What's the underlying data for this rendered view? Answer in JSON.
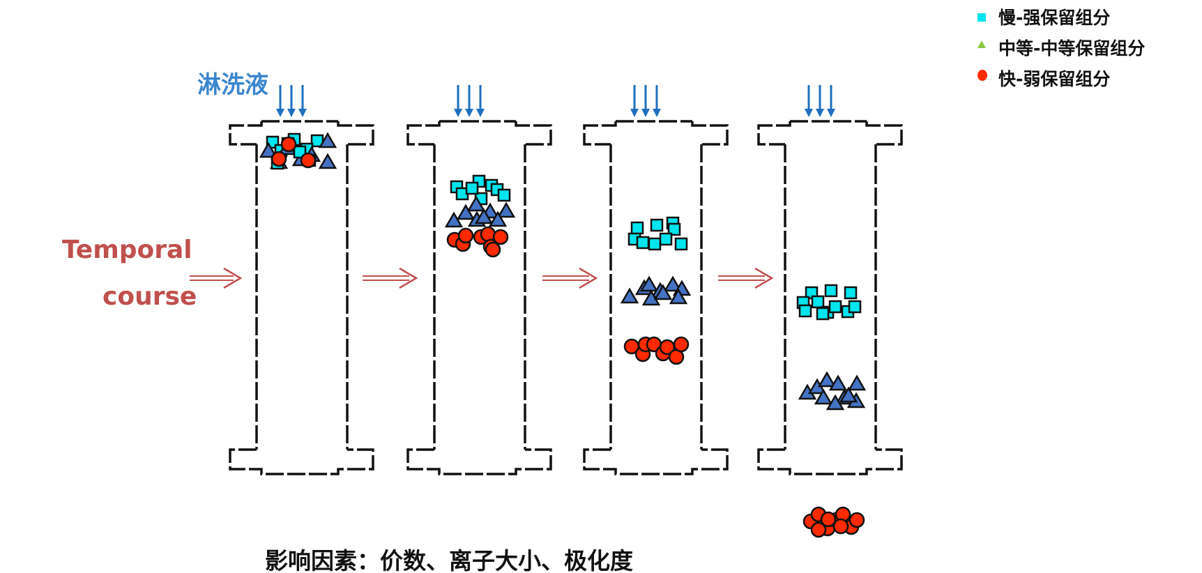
{
  "legend": {
    "items": [
      {
        "shape": "square",
        "color": "#00E5EE",
        "label": "慢-强保留组分"
      },
      {
        "shape": "triangle",
        "color": "#8DC63F",
        "label": "中等-中等保留组分"
      },
      {
        "shape": "circle",
        "color": "#FF2A00",
        "label": "快-弱保留组分"
      }
    ]
  },
  "eluent_label": "淋洗液",
  "temporal_label": {
    "line1": "Temporal",
    "line2": "course"
  },
  "caption": "影响因素：价数、离子大小、极化度",
  "colors": {
    "eluent_text": "#3B86D0",
    "eluent_arrow": "#1F6FBF",
    "temporal_text": "#C0504D",
    "temporal_arrow": "#C0504D",
    "column_outline": "#111111",
    "square_fill": "#00E5EE",
    "triangle_fill": "#4472C4",
    "circle_fill": "#FF2A00",
    "marker_outline": "#111111"
  },
  "icons": {
    "eluent_flow": "down-arrow-triple-icon",
    "time_step": "double-right-arrow-icon"
  },
  "columns": [
    {
      "stage": 1,
      "bands": [
        "mixed-injection"
      ]
    },
    {
      "stage": 2,
      "bands": [
        "square",
        "triangle",
        "circle"
      ]
    },
    {
      "stage": 3,
      "bands": [
        "square",
        "triangle",
        "circle"
      ]
    },
    {
      "stage": 4,
      "bands": [
        "square",
        "triangle"
      ],
      "eluted": [
        "circle"
      ]
    }
  ]
}
